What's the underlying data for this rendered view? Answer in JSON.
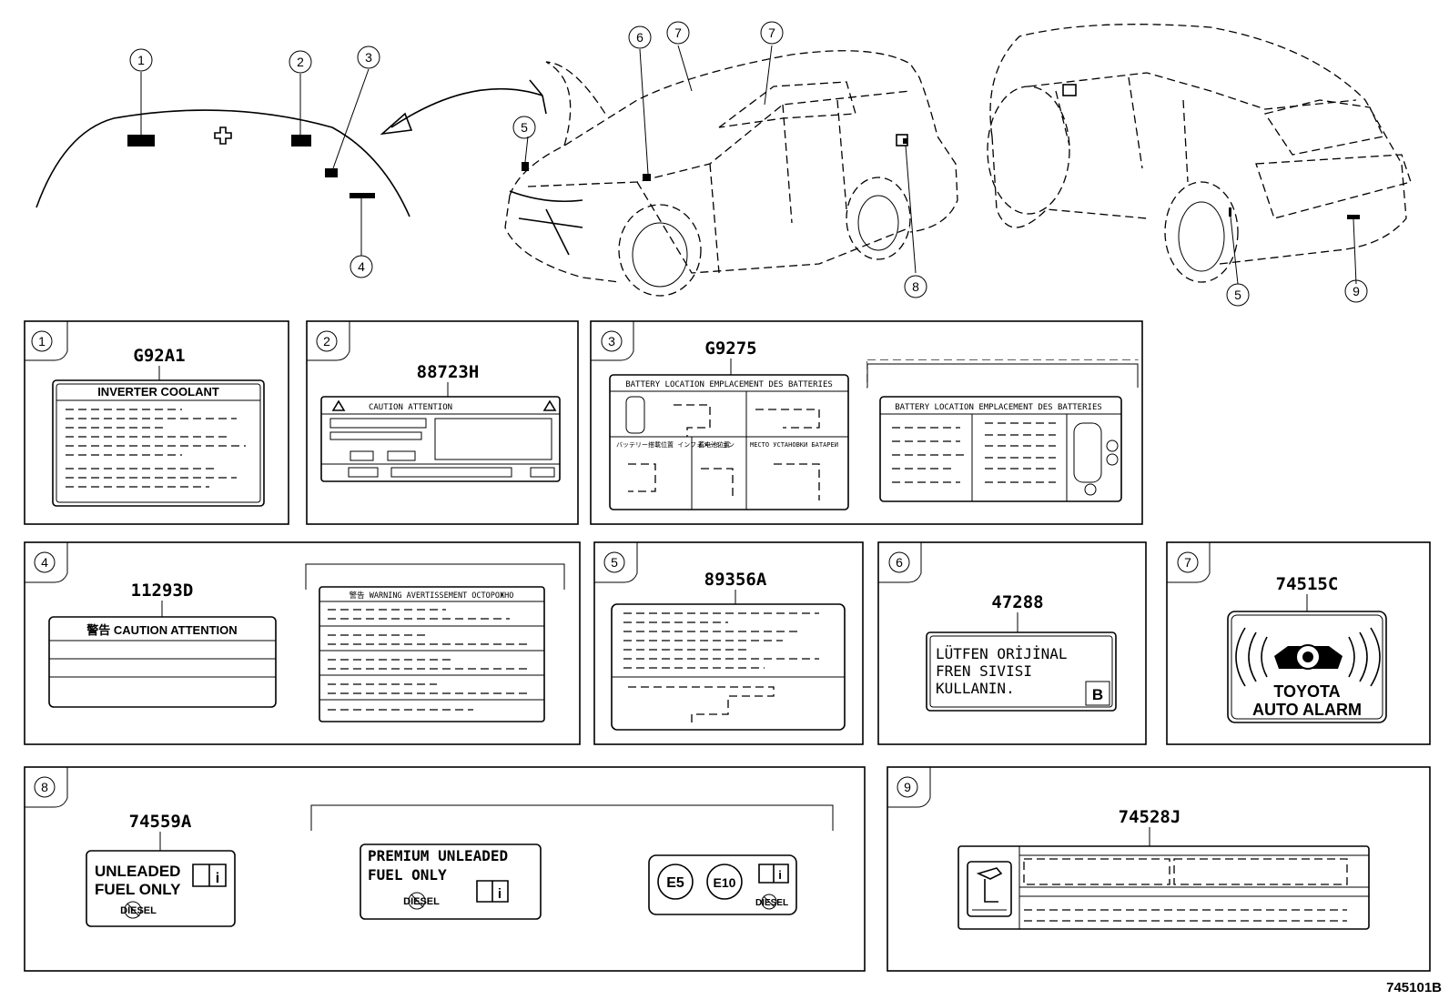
{
  "diagram_code": "745101B",
  "callouts": [
    "1",
    "2",
    "3",
    "4",
    "5",
    "6",
    "7",
    "8",
    "9"
  ],
  "panels": [
    {
      "no": "1",
      "part": "G92A1",
      "label_title": "INVERTER COOLANT"
    },
    {
      "no": "2",
      "part": "88723H",
      "label_title": "CAUTION ATTENTION"
    },
    {
      "no": "3",
      "part": "G9275",
      "label_title": "BATTERY LOCATION    EMPLACEMENT DES BATTERIES",
      "sub_jp1": "バッテリー搭載位置 インフォメーション",
      "sub_cn": "蓄电池位置",
      "sub_ru": "МЕСТО УСТАНОВКИ БАТАРЕИ",
      "alt_title": "BATTERY LOCATION    EMPLACEMENT DES BATTERIES"
    },
    {
      "no": "4",
      "part": "11293D",
      "label_title": "警告  CAUTION  ATTENTION",
      "alt_title": "警告  WARNING  AVERTISSEMENT  ОСТОРОЖНО"
    },
    {
      "no": "5",
      "part": "89356A"
    },
    {
      "no": "6",
      "part": "47288",
      "line1": "LÜTFEN ORİJİNAL",
      "line2": "FREN SIVISI",
      "line3": "KULLANIN.",
      "badge": "B"
    },
    {
      "no": "7",
      "part": "74515C",
      "line1": "TOYOTA",
      "line2": "AUTO ALARM"
    },
    {
      "no": "8",
      "part": "74559A",
      "line1": "UNLEADED",
      "line2": "FUEL ONLY",
      "diesel": "DIESEL",
      "alt_line1": "PREMIUM UNLEADED",
      "alt_line2": "FUEL ONLY",
      "e5": "E5",
      "e10": "E10"
    },
    {
      "no": "9",
      "part": "74528J"
    }
  ]
}
